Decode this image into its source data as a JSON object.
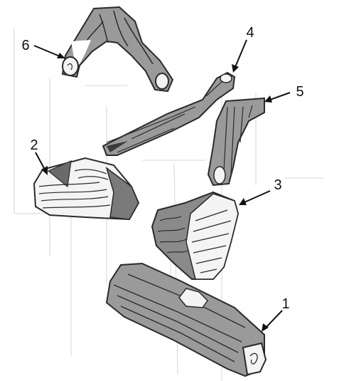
{
  "diagram": {
    "colors": {
      "background": "#ffffff",
      "log_fill": "#9a9a9a",
      "log_dark": "#3a3a3a",
      "bark_line": "#2a2a2a",
      "cut_face": "#f4f4f4",
      "guide_line": "#d6d6d6",
      "arrow": "#111111"
    },
    "callouts": [
      {
        "id": "1",
        "label": "1",
        "part": "front-log"
      },
      {
        "id": "2",
        "label": "2",
        "part": "left-log"
      },
      {
        "id": "3",
        "label": "3",
        "part": "center-log"
      },
      {
        "id": "4",
        "label": "4",
        "part": "long-branch-log"
      },
      {
        "id": "5",
        "label": "5",
        "part": "right-upright-log"
      },
      {
        "id": "6",
        "label": "6",
        "part": "top-forked-log"
      }
    ]
  }
}
